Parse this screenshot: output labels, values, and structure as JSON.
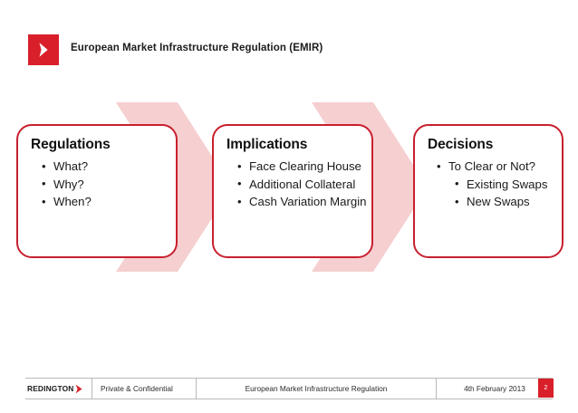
{
  "header": {
    "logo_icon": "chevron-right-icon",
    "title": "European Market Infrastructure Regulation (EMIR)",
    "brand_color": "#D9202A"
  },
  "colors": {
    "brand_red": "#D9202A",
    "box_border_red": "#C8202E",
    "chevron_pink": "#F6CFD1",
    "text_dark": "#1a1a1a",
    "footer_rule": "#b9b9b9"
  },
  "main": {
    "arrows": [
      {
        "name": "chevron-arrow-1"
      },
      {
        "name": "chevron-arrow-2"
      }
    ],
    "boxes": [
      {
        "title": "Regulations",
        "bullets": [
          {
            "text": "What?",
            "level": 1
          },
          {
            "text": "Why?",
            "level": 1
          },
          {
            "text": "When?",
            "level": 1
          }
        ]
      },
      {
        "title": "Implications",
        "bullets": [
          {
            "text": "Face Clearing House",
            "level": 1
          },
          {
            "text": "Additional Collateral",
            "level": 1
          },
          {
            "text": "Cash Variation Margin",
            "level": 1
          }
        ]
      },
      {
        "title": "Decisions",
        "bullets": [
          {
            "text": "To Clear or Not?",
            "level": 1
          },
          {
            "text": "Existing Swaps",
            "level": 2
          },
          {
            "text": "New Swaps",
            "level": 2
          }
        ]
      }
    ]
  },
  "footer": {
    "brand": "REDINGTON",
    "brand_icon": "chevron-right-icon",
    "confidentiality": "Private & Confidential",
    "center_title": "European Market Infrastructure Regulation",
    "date": "4th February 2013",
    "page_number": "2"
  }
}
